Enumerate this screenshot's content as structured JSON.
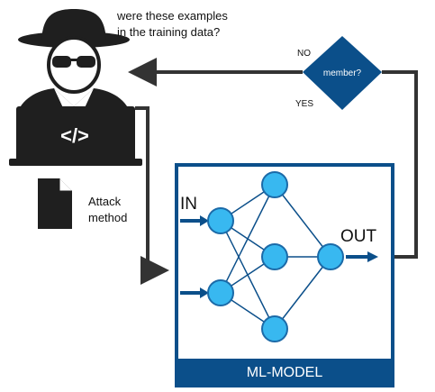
{
  "question": {
    "line1": "were these examples",
    "line2": "in the training data?"
  },
  "decision": {
    "label": "member?",
    "no_label": "NO",
    "yes_label": "YES"
  },
  "attack": {
    "line1": "Attack",
    "line2": "method",
    "icon": "document-icon"
  },
  "laptop": {
    "code_label": "</>"
  },
  "model": {
    "in_label": "IN",
    "out_label": "OUT",
    "name": "ML-MODEL"
  },
  "colors": {
    "navy": "#0b4f8a",
    "node_fill": "#38b8f0",
    "node_stroke": "#1b6aa8",
    "dark": "#333333",
    "black": "#1f1f1f"
  },
  "icons": [
    "hacker-icon",
    "laptop-icon",
    "document-icon",
    "arrow-icon",
    "neural-network-icon"
  ]
}
